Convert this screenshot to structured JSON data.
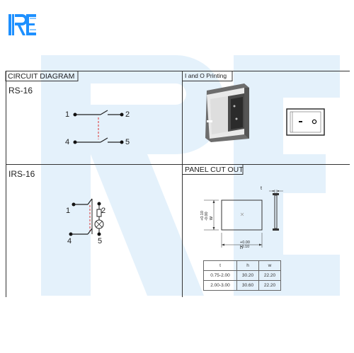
{
  "colors": {
    "logo_blue": "#1e90ff",
    "watermark": "#e6f2fb",
    "line": "#333333"
  },
  "circuit": {
    "title": "CIRCUIT DIAGRAM",
    "rs": {
      "name": "RS-16",
      "pins": [
        "1",
        "2",
        "4",
        "5"
      ]
    },
    "irs": {
      "name": "IRS-16",
      "pins": [
        "1",
        "2",
        "4",
        "5"
      ]
    }
  },
  "printing": {
    "title": "I and O Printing",
    "symbol_off": "O",
    "symbol_on": "I"
  },
  "cutout": {
    "title": "PANEL CUT OUT",
    "dim_t": "t",
    "dim_h": "h",
    "dim_w": "w",
    "tol_h": "+0.00\n-0.10",
    "tol_w": "+0.10\n-0.00",
    "table": {
      "headers": [
        "t",
        "h",
        "w"
      ],
      "rows": [
        [
          "0.75-2.00",
          "30.20",
          "22.20"
        ],
        [
          "2.00-3.00",
          "30.60",
          "22.20"
        ]
      ]
    }
  }
}
